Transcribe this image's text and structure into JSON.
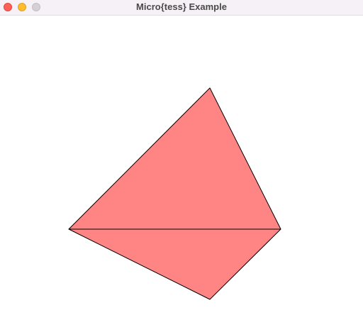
{
  "window": {
    "title": "Micro{tess} Example",
    "buttons": {
      "close": "close",
      "minimize": "minimize",
      "zoom": "zoom"
    }
  },
  "colors": {
    "fill": "#ff8585",
    "stroke": "#000000",
    "background": "#ffffff"
  }
}
